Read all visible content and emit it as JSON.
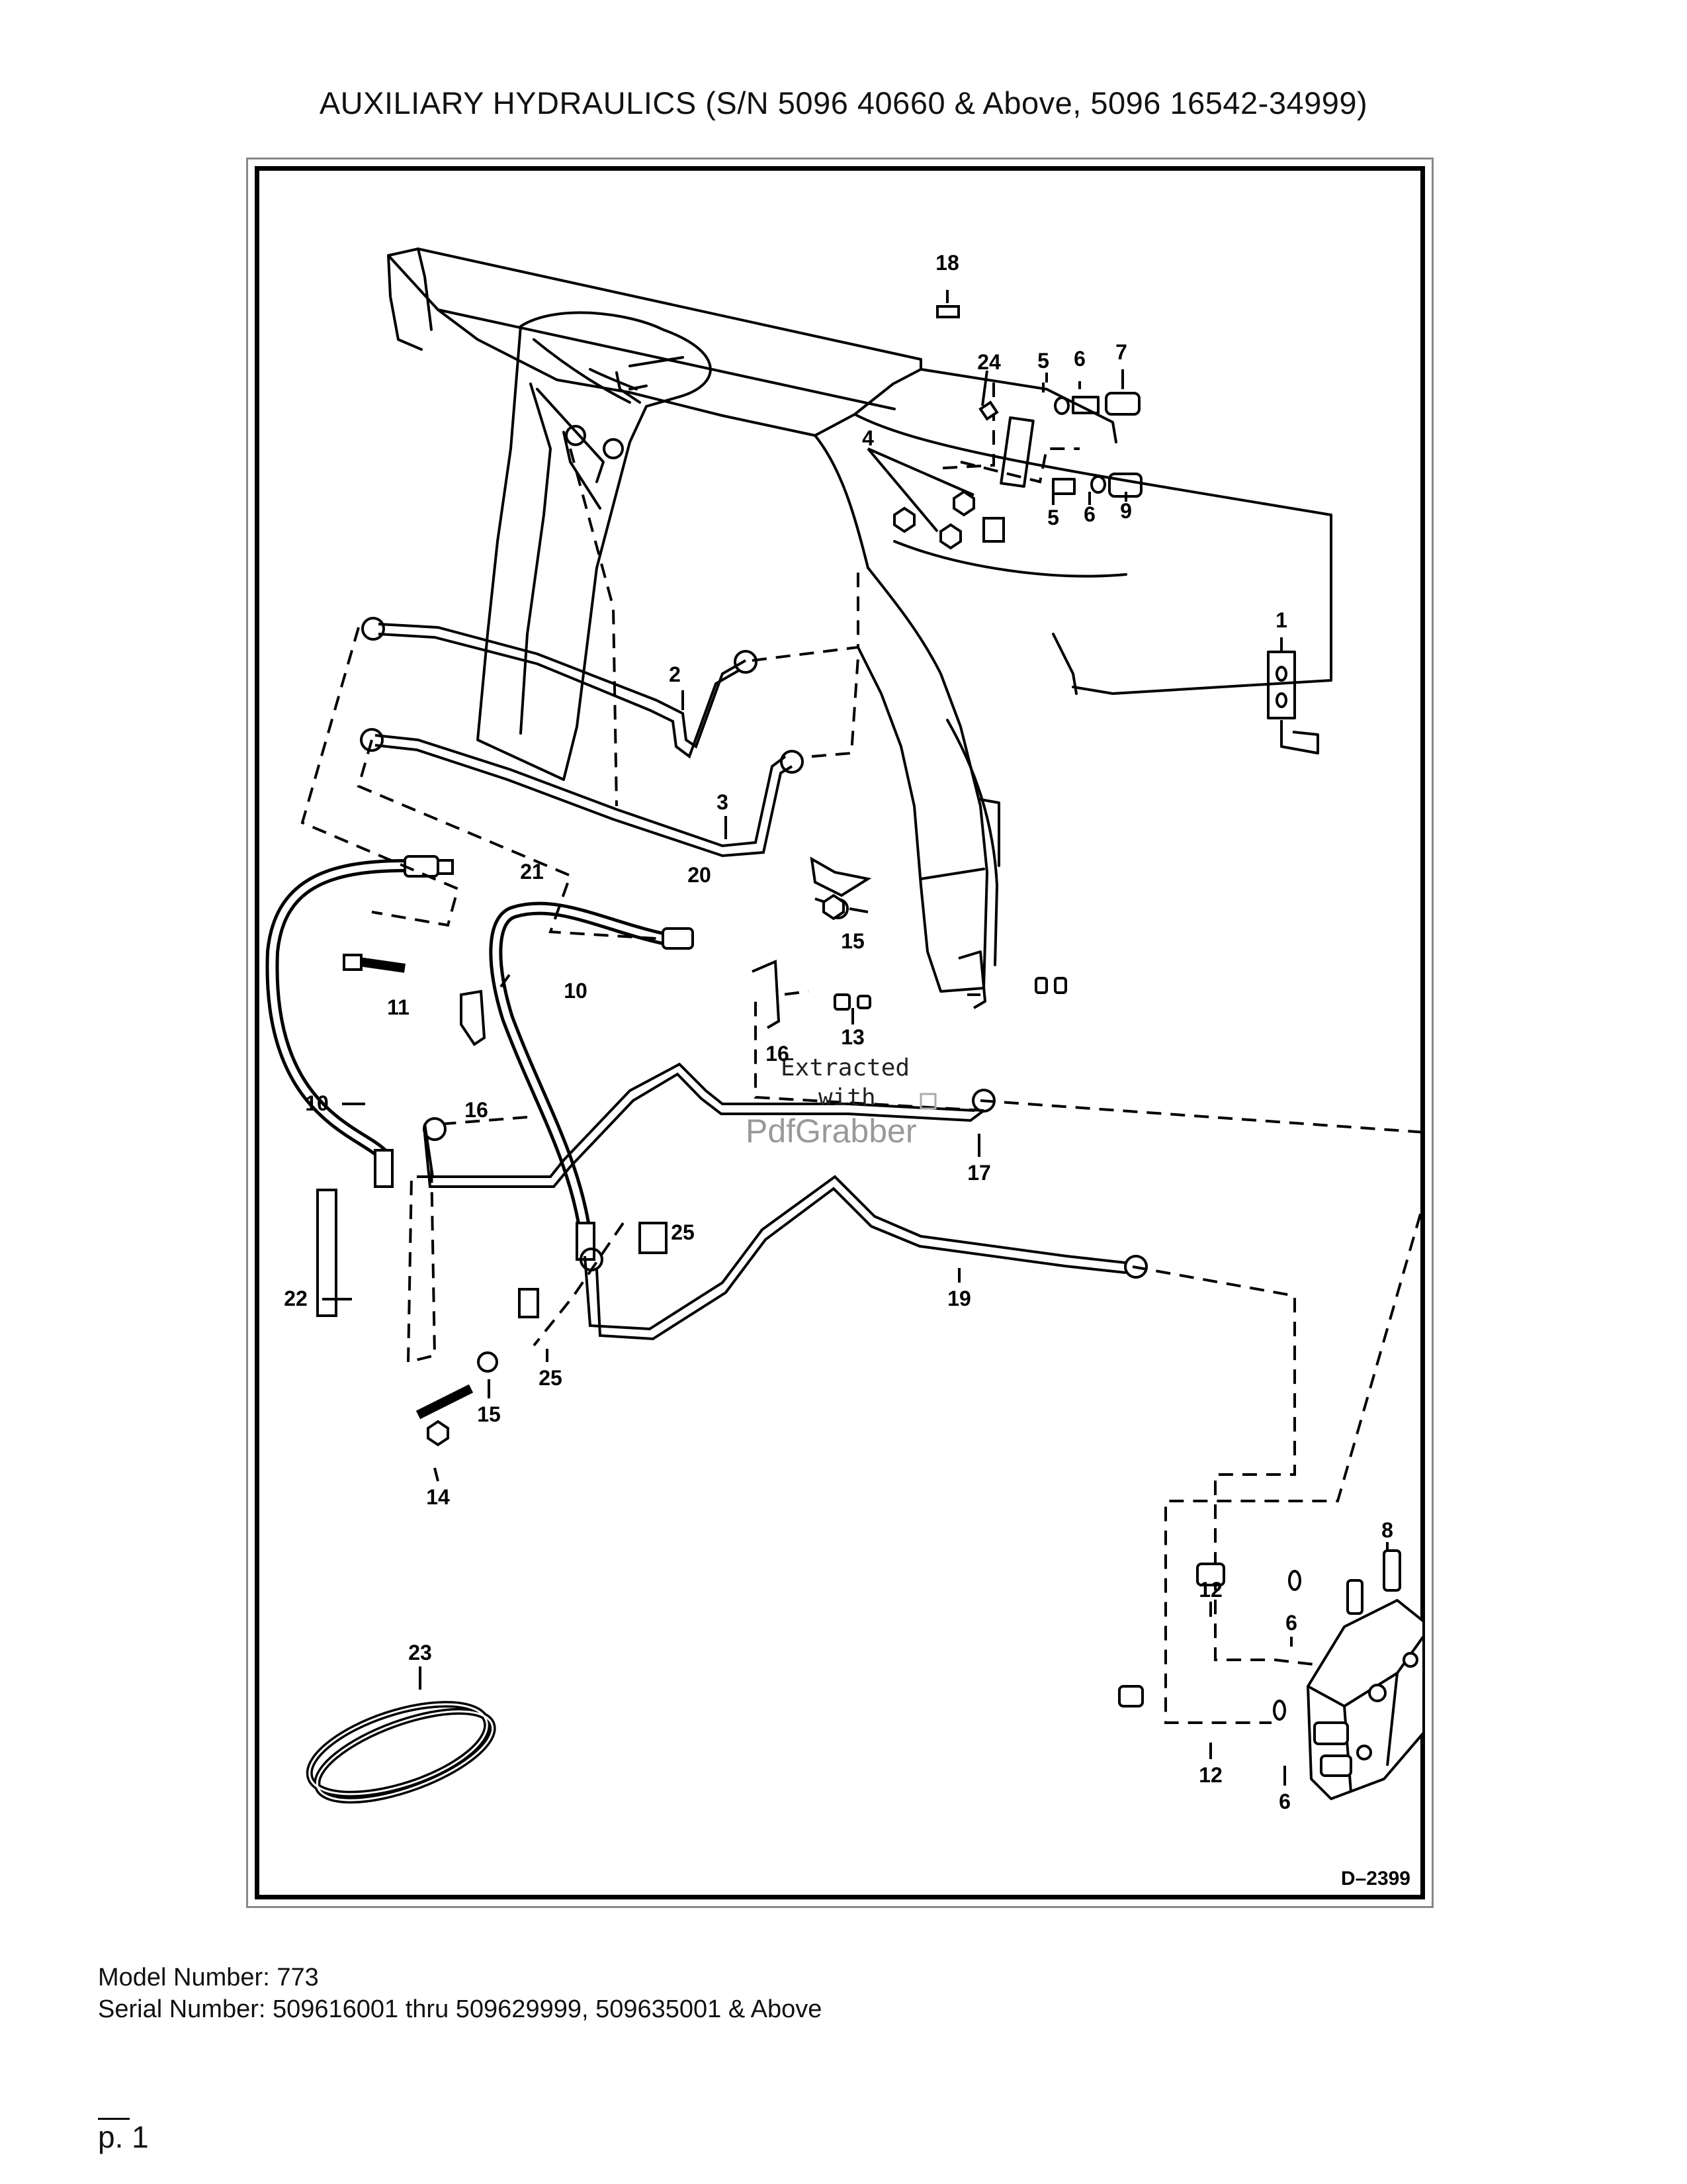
{
  "title": "AUXILIARY HYDRAULICS (S/N 5096 40660 & Above, 5096 16542-34999)",
  "drawing_number": "D–2399",
  "callouts": [
    {
      "id": "c18",
      "label": "18"
    },
    {
      "id": "c24",
      "label": "24"
    },
    {
      "id": "c5a",
      "label": "5"
    },
    {
      "id": "c6a",
      "label": "6"
    },
    {
      "id": "c7",
      "label": "7"
    },
    {
      "id": "c4",
      "label": "4"
    },
    {
      "id": "c5b",
      "label": "5"
    },
    {
      "id": "c6b",
      "label": "6"
    },
    {
      "id": "c9",
      "label": "9"
    },
    {
      "id": "c1",
      "label": "1"
    },
    {
      "id": "c2",
      "label": "2"
    },
    {
      "id": "c3",
      "label": "3"
    },
    {
      "id": "c21",
      "label": "21"
    },
    {
      "id": "c20",
      "label": "20"
    },
    {
      "id": "c15a",
      "label": "15"
    },
    {
      "id": "c10a",
      "label": "10"
    },
    {
      "id": "c11",
      "label": "11"
    },
    {
      "id": "c13",
      "label": "13"
    },
    {
      "id": "c16a",
      "label": "16"
    },
    {
      "id": "c10b",
      "label": "10"
    },
    {
      "id": "c16b",
      "label": "16"
    },
    {
      "id": "c17",
      "label": "17"
    },
    {
      "id": "c25a",
      "label": "25"
    },
    {
      "id": "c22",
      "label": "22"
    },
    {
      "id": "c19",
      "label": "19"
    },
    {
      "id": "c25b",
      "label": "25"
    },
    {
      "id": "c15b",
      "label": "15"
    },
    {
      "id": "c14",
      "label": "14"
    },
    {
      "id": "c8",
      "label": "8"
    },
    {
      "id": "c12a",
      "label": "12"
    },
    {
      "id": "c6c",
      "label": "6"
    },
    {
      "id": "c23",
      "label": "23"
    },
    {
      "id": "c12b",
      "label": "12"
    },
    {
      "id": "c6d",
      "label": "6"
    }
  ],
  "watermark": {
    "line1": "Extracted",
    "line2": "with",
    "brand": "PdfGrabber"
  },
  "footer": {
    "model_number": "Model Number: 773",
    "serial_number": "Serial Number: 509616001 thru 509629999, 509635001 & Above"
  },
  "page": {
    "number": "p. 1"
  }
}
